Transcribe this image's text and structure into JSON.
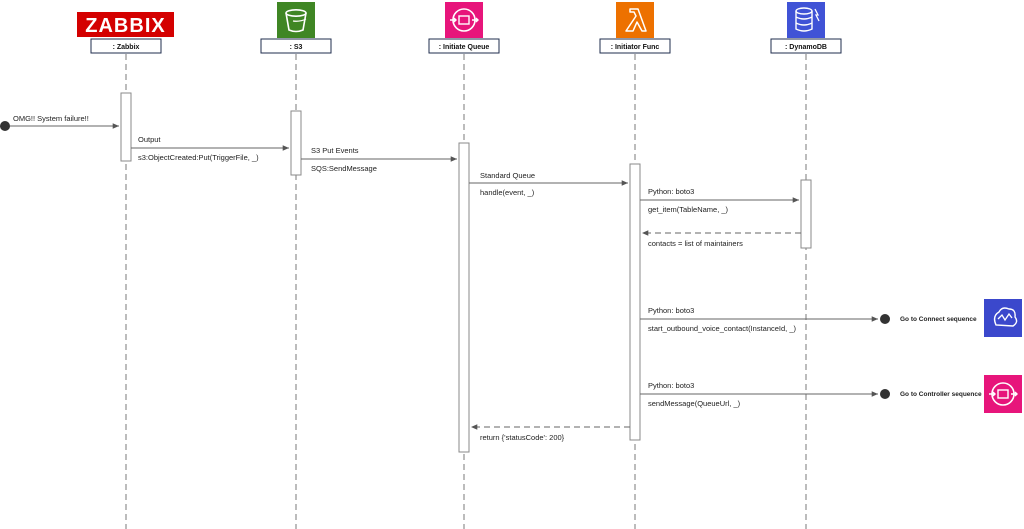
{
  "participants": [
    {
      "id": "zabbix",
      "label": ": Zabbix",
      "icon": "zabbix-logo",
      "logo_text": "ZABBIX",
      "color": "#d40000"
    },
    {
      "id": "s3",
      "label": ": S3",
      "icon": "s3-bucket-icon",
      "color": "#3f8624"
    },
    {
      "id": "queue",
      "label": ": Initiate Queue",
      "icon": "sqs-queue-icon",
      "color": "#e7157b"
    },
    {
      "id": "func",
      "label": ": Initiator Func",
      "icon": "lambda-icon",
      "color": "#ed7100"
    },
    {
      "id": "dynamo",
      "label": ": DynamoDB",
      "icon": "dynamodb-icon",
      "color": "#4053d6"
    }
  ],
  "external_entry": {
    "label": "OMG!! System failure!!"
  },
  "messages": [
    {
      "from": "zabbix",
      "to": "s3",
      "label_above": "Output",
      "label_below": "s3:ObjectCreated:Put(TriggerFile, _)",
      "style": "solid"
    },
    {
      "from": "s3",
      "to": "queue",
      "label_above": "S3 Put Events",
      "label_below": "SQS:SendMessage",
      "style": "solid"
    },
    {
      "from": "queue",
      "to": "func",
      "label_above": "Standard Queue",
      "label_below": "handle(event, _)",
      "style": "solid"
    },
    {
      "from": "func",
      "to": "dynamo",
      "label_above": "Python: boto3",
      "label_below": "get_item(TableName, _)",
      "style": "solid"
    },
    {
      "from": "dynamo",
      "to": "func",
      "label_above": "",
      "label_below": "contacts = list of maintainers",
      "style": "dashed"
    },
    {
      "from": "func",
      "to": "connect_end",
      "label_above": "Python: boto3",
      "label_below": "start_outbound_voice_contact(InstanceId, _)",
      "style": "solid"
    },
    {
      "from": "func",
      "to": "controller_end",
      "label_above": "Python: boto3",
      "label_below": "sendMessage(QueueUrl, _)",
      "style": "solid"
    },
    {
      "from": "func",
      "to": "queue",
      "label_above": "",
      "label_below": "return {'statusCode': 200}",
      "style": "dashed"
    }
  ],
  "endpoints": [
    {
      "id": "connect_end",
      "label": "Go to Connect sequence",
      "icon": "amazon-connect-icon",
      "color": "#3b48cc"
    },
    {
      "id": "controller_end",
      "label": "Go to Controller sequence",
      "icon": "sqs-queue-icon",
      "color": "#e7157b"
    }
  ]
}
